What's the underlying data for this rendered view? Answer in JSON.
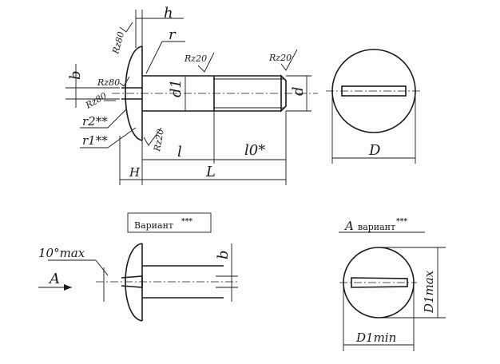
{
  "labels": {
    "h": "h",
    "r": "r",
    "b_top": "b",
    "rz80_head": "Rz80",
    "rz80_a": "Rz80",
    "rz80_b": "Rz80",
    "rz20_shank": "Rz20",
    "rz20_thread": "Rz20",
    "rz20_under": "Rz20",
    "d1": "d1",
    "d": "d",
    "r2": "r2**",
    "r1": "r1**",
    "H": "H",
    "l": "l",
    "l0": "l0*",
    "L": "L",
    "D": "D",
    "variant_caption": "Вариант",
    "variant_mark": "***",
    "angle": "10°max",
    "view_A": "A",
    "b_lower": "b",
    "a_variant_letter": "A",
    "a_variant_caption": "вариант",
    "a_variant_mark": "***",
    "D1max": "D1max",
    "D1min": "D1min"
  }
}
